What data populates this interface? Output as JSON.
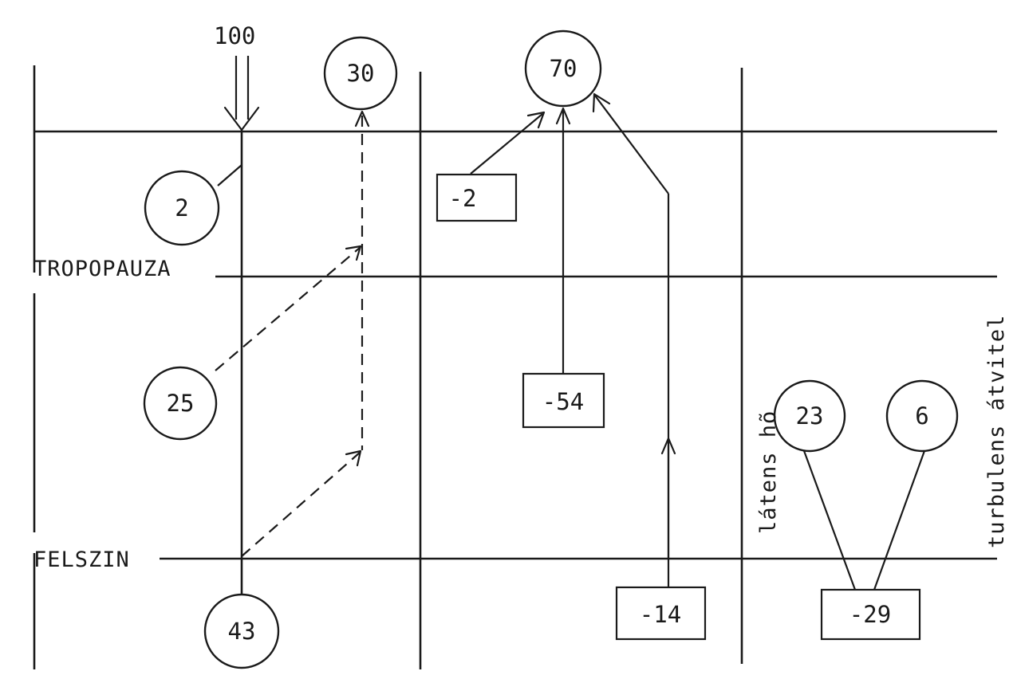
{
  "incoming": {
    "value": "100"
  },
  "levels": {
    "tropopause": "TROPOPAUZA",
    "surface": "FELSZIN"
  },
  "circles": {
    "space_reflected": "30",
    "space_emitted": "70",
    "atmosphere_absorbed_strato": "2",
    "atmosphere_absorbed_tropo": "25",
    "surface_absorbed": "43",
    "latent_heat": "23",
    "turbulent": "6"
  },
  "boxes": {
    "strato_emission": "-2",
    "tropo_emission": "-54",
    "surface_emission": "-14",
    "surface_heat_loss": "-29"
  },
  "vertical_labels": {
    "latent": "látens hõ",
    "turbulent": "turbulens átvitel"
  }
}
